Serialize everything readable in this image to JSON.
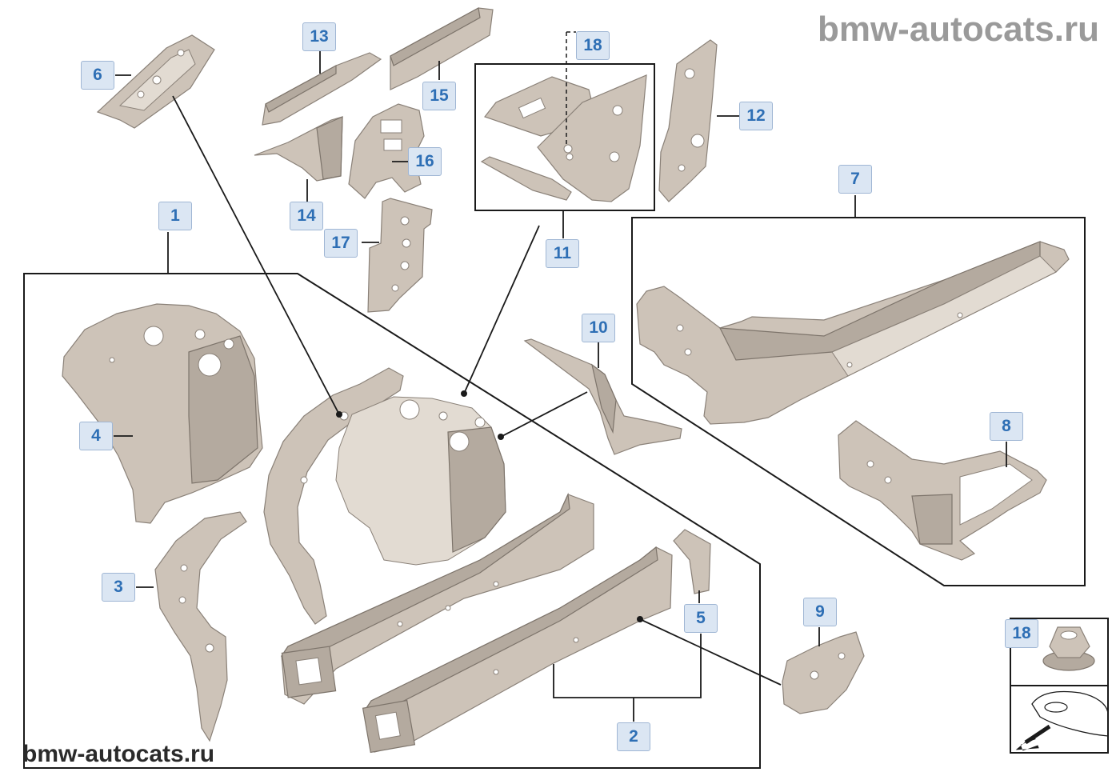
{
  "watermark": {
    "top": "bmw-autocats.ru",
    "bottom": "bmw-autocats.ru"
  },
  "callouts": [
    {
      "id": "c1",
      "label": "1"
    },
    {
      "id": "c2",
      "label": "2"
    },
    {
      "id": "c3",
      "label": "3"
    },
    {
      "id": "c4",
      "label": "4"
    },
    {
      "id": "c5",
      "label": "5"
    },
    {
      "id": "c6",
      "label": "6"
    },
    {
      "id": "c7",
      "label": "7"
    },
    {
      "id": "c8",
      "label": "8"
    },
    {
      "id": "c9",
      "label": "9"
    },
    {
      "id": "c10",
      "label": "10"
    },
    {
      "id": "c11",
      "label": "11"
    },
    {
      "id": "c12",
      "label": "12"
    },
    {
      "id": "c13",
      "label": "13"
    },
    {
      "id": "c14",
      "label": "14"
    },
    {
      "id": "c15",
      "label": "15"
    },
    {
      "id": "c16",
      "label": "16"
    },
    {
      "id": "c17",
      "label": "17"
    },
    {
      "id": "c18a",
      "label": "18"
    },
    {
      "id": "c18b",
      "label": "18"
    }
  ],
  "colors": {
    "callout_text": "#2e6fb5",
    "callout_bg": "#dbe6f3",
    "part_fill": "#cdc3b8"
  }
}
